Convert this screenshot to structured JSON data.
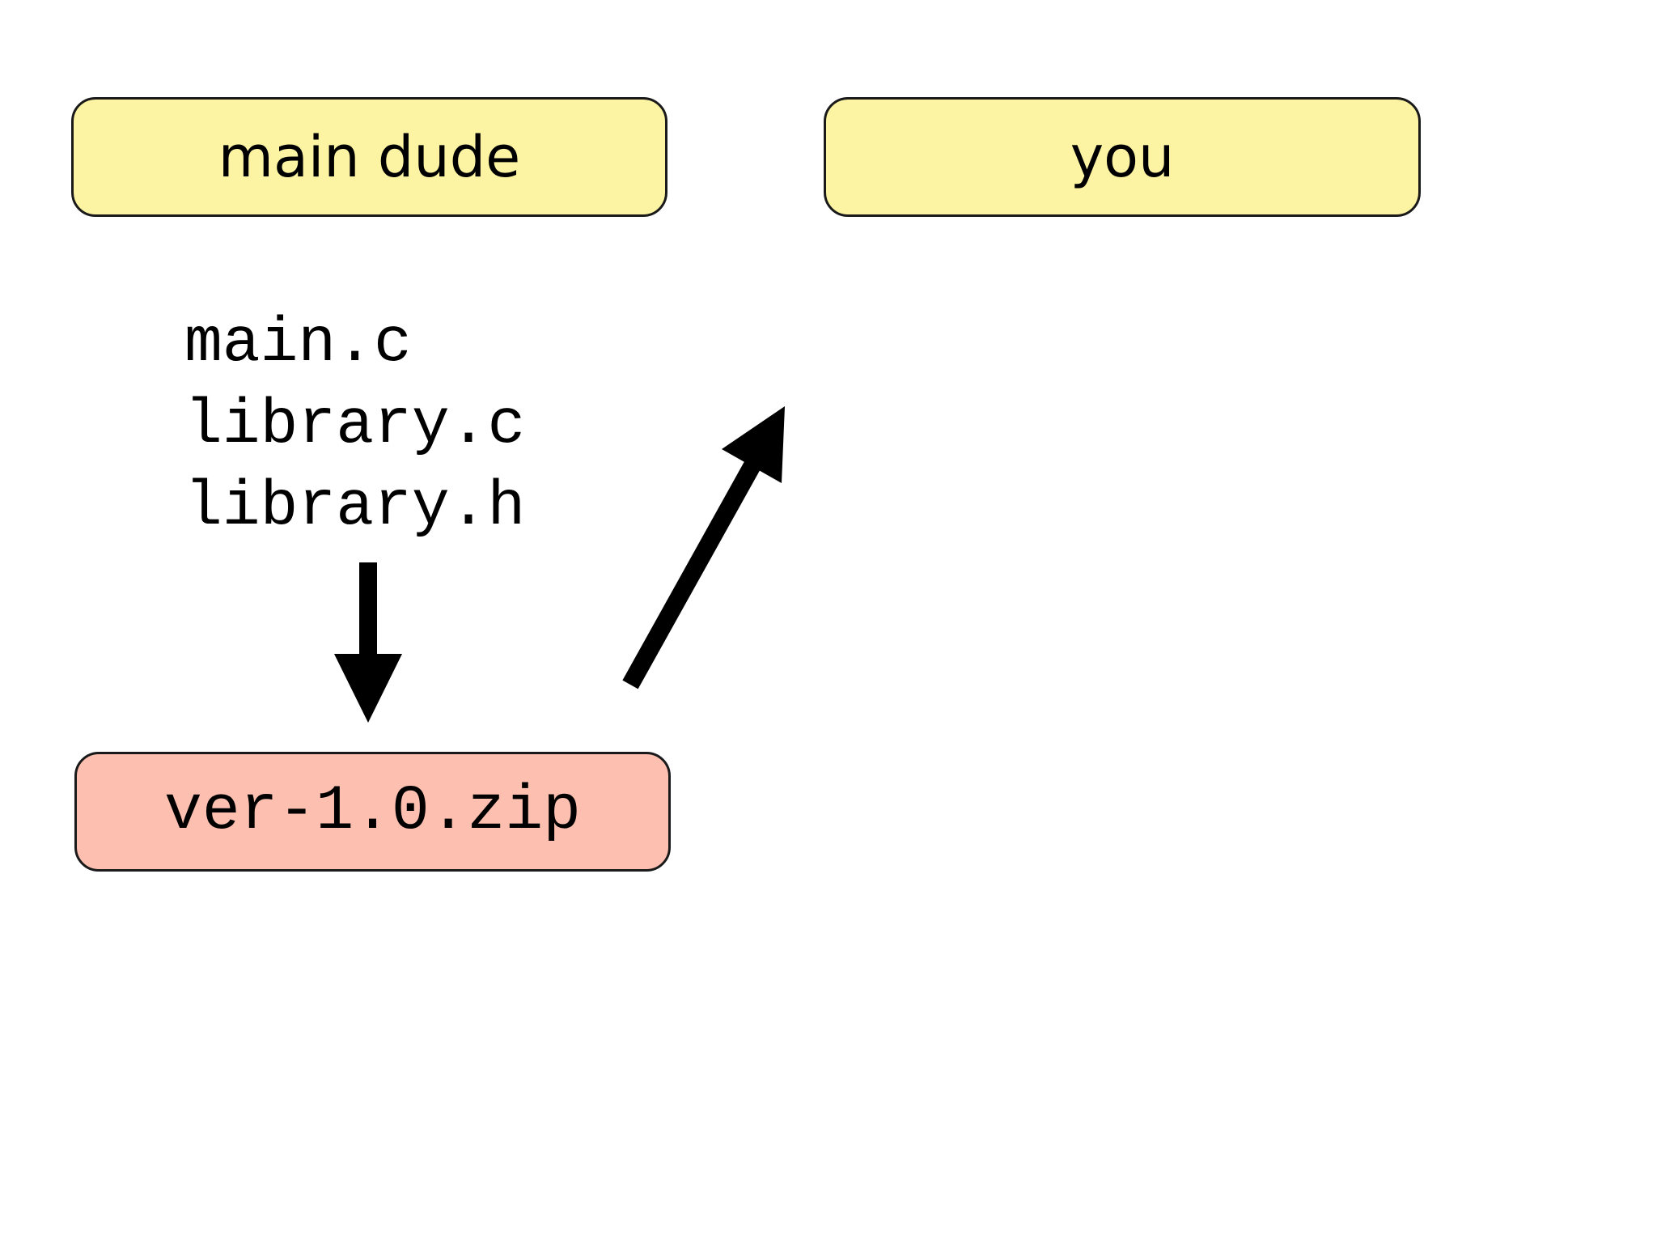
{
  "diagram": {
    "actors": {
      "main_dude": "main dude",
      "you": "you"
    },
    "files": [
      "main.c",
      "library.c",
      "library.h"
    ],
    "archive": "ver-1.0.zip",
    "colors": {
      "actor_box": "#fdf4a3",
      "archive_box": "#fcbfb0",
      "outline": "#1a1a1a",
      "arrow": "#000000"
    },
    "arrows": [
      {
        "from": "files",
        "to": "archive"
      },
      {
        "from": "archive",
        "to": "you"
      }
    ]
  }
}
